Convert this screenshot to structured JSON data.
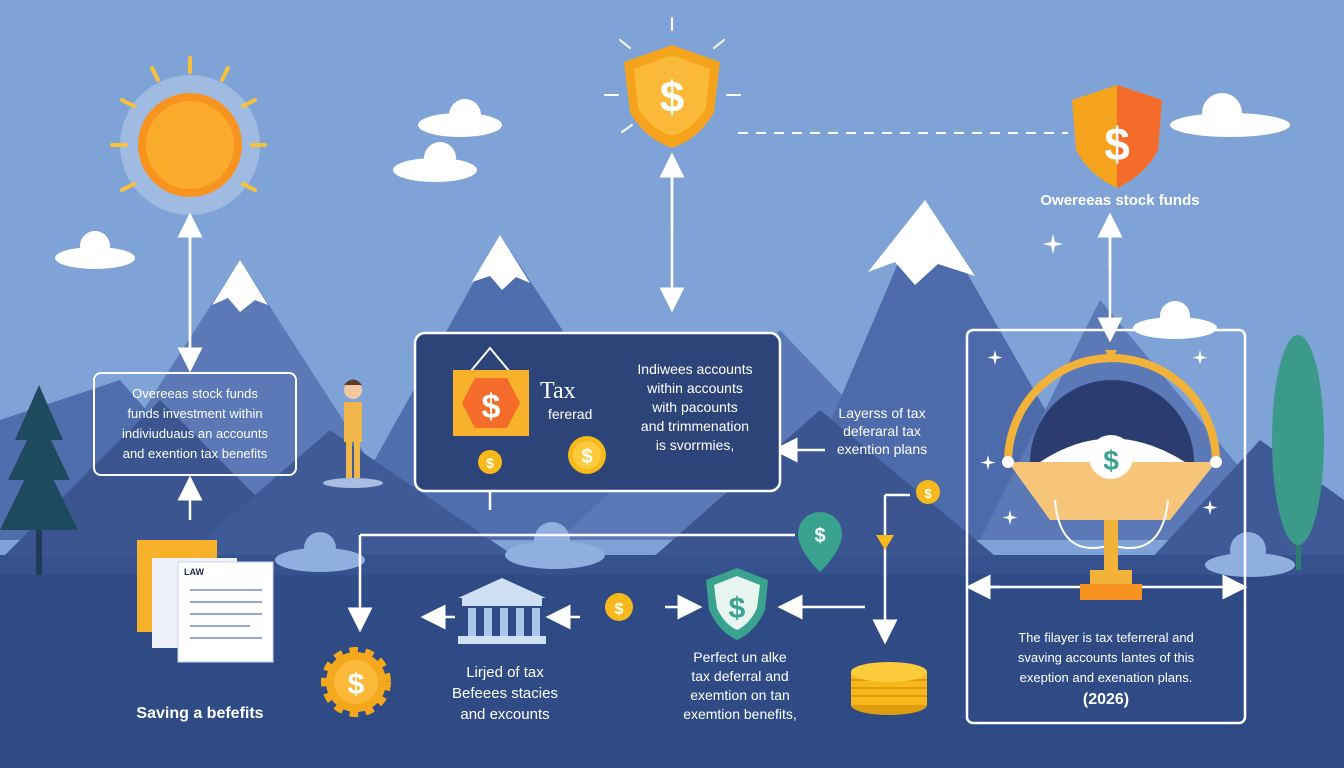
{
  "colors": {
    "sky": "#7fa3d6",
    "mountain_far": "#5a79b6",
    "mountain_near": "#3a5590",
    "ground": "#2f4b86",
    "sun": "#f7931e",
    "shield_orange": "#f7a823",
    "shield_teal": "#3aa38f",
    "coin": "#f6b81a",
    "panel_fill": "#2c4478",
    "white": "#ffffff"
  },
  "labels": {
    "top_right_title": "Owereeas stock funds",
    "left_box": [
      "Overeeas stock funds",
      "funds investment within",
      "indiviuduaus an accounts",
      "and exention tax benefits"
    ],
    "center_tax_word": "Tax",
    "center_tax_sub": "fererad",
    "center_text": [
      "Indiwees accounts",
      "within accounts",
      "with pacounts",
      "and trimmenation",
      "is svorrmies,"
    ],
    "layers_text": [
      "Layerss of tax",
      "deferaral tax",
      "exention plans"
    ],
    "bottom_left": "Saving a befefits",
    "bottom_center": [
      "Lirjed of tax",
      "Befeees stacies",
      "and excounts"
    ],
    "bottom_mid": [
      "Perfect un alke",
      "tax deferral and",
      "exemtion on tan",
      "exemtion benefits,"
    ],
    "right_text": [
      "The filayer is tax teferreral and",
      "svaving accounts lantes of this",
      "exeption and exenation plans."
    ],
    "right_year": "(2026)",
    "document_tag": "LAW"
  },
  "icons": {
    "currency": "$",
    "sun": "sun-icon",
    "shield": "shield-dollar-icon",
    "bank": "bank-icon",
    "gear": "gear-dollar-icon",
    "scale": "balance-scale-icon",
    "coin": "coin-icon",
    "document": "document-icon",
    "person": "person-icon"
  }
}
